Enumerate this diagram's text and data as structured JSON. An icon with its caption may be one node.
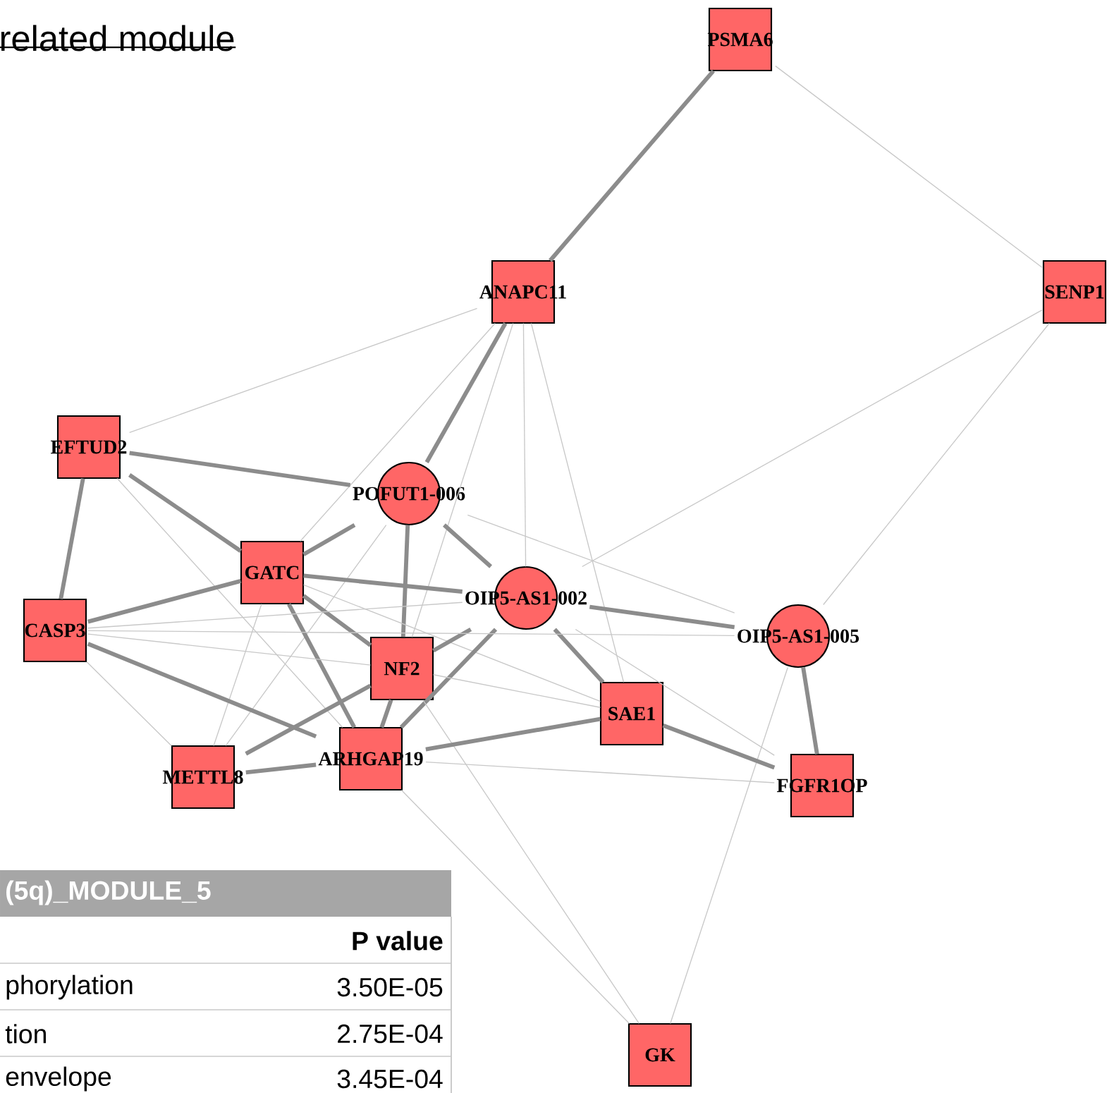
{
  "diagram": {
    "title": "related module",
    "nodes": [
      {
        "text": [
          "PSMA6"
        ]
      },
      {
        "text": [
          "ANAPC11"
        ]
      },
      {
        "text": [
          "SENP1"
        ]
      },
      {
        "text": [
          "EFTUD2"
        ]
      },
      {
        "text": [
          "POFUT1-006"
        ]
      },
      {
        "text": [
          "GATC"
        ]
      },
      {
        "text": [
          "OIP5-AS1-002"
        ]
      },
      {
        "text": [
          "CASP3"
        ]
      },
      {
        "text": [
          "NF2"
        ]
      },
      {
        "text": [
          "OIP5-AS1-005"
        ]
      },
      {
        "text": [
          "SAE1"
        ]
      },
      {
        "text": [
          "ARHGAP19"
        ]
      },
      {
        "text": [
          "METTL8"
        ]
      },
      {
        "text": [
          "FGFR1OP"
        ]
      },
      {
        "text": [
          "GK"
        ]
      }
    ],
    "edges": [
      {
        "from": 0,
        "to": 1,
        "arrow": "none",
        "style": "thick"
      },
      {
        "from": 0,
        "to": 2,
        "arrow": "none"
      },
      {
        "from": 1,
        "to": 3,
        "arrow": "none"
      },
      {
        "from": 1,
        "to": 4,
        "arrow": "none",
        "style": "thick"
      },
      {
        "from": 1,
        "to": 5,
        "arrow": "none"
      },
      {
        "from": 1,
        "to": 6,
        "arrow": "none"
      },
      {
        "from": 1,
        "to": 8,
        "arrow": "none"
      },
      {
        "from": 1,
        "to": 10,
        "arrow": "none"
      },
      {
        "from": 2,
        "to": 6,
        "arrow": "none"
      },
      {
        "from": 2,
        "to": 9,
        "arrow": "none"
      },
      {
        "from": 3,
        "to": 4,
        "arrow": "none",
        "style": "thick"
      },
      {
        "from": 3,
        "to": 5,
        "arrow": "none",
        "style": "thick"
      },
      {
        "from": 3,
        "to": 7,
        "arrow": "none",
        "style": "thick"
      },
      {
        "from": 3,
        "to": 11,
        "arrow": "none"
      },
      {
        "from": 4,
        "to": 5,
        "arrow": "none",
        "style": "thick"
      },
      {
        "from": 4,
        "to": 6,
        "arrow": "none",
        "style": "thick"
      },
      {
        "from": 4,
        "to": 8,
        "arrow": "none",
        "style": "thick"
      },
      {
        "from": 4,
        "to": 9,
        "arrow": "none"
      },
      {
        "from": 4,
        "to": 12,
        "arrow": "none"
      },
      {
        "from": 5,
        "to": 6,
        "arrow": "none",
        "style": "thick"
      },
      {
        "from": 5,
        "to": 7,
        "arrow": "none",
        "style": "thick"
      },
      {
        "from": 5,
        "to": 8,
        "arrow": "none",
        "style": "thick"
      },
      {
        "from": 5,
        "to": 10,
        "arrow": "none"
      },
      {
        "from": 5,
        "to": 11,
        "arrow": "none",
        "style": "thick"
      },
      {
        "from": 5,
        "to": 12,
        "arrow": "none"
      },
      {
        "from": 6,
        "to": 7,
        "arrow": "none"
      },
      {
        "from": 6,
        "to": 8,
        "arrow": "none",
        "style": "thick"
      },
      {
        "from": 6,
        "to": 9,
        "arrow": "none",
        "style": "thick"
      },
      {
        "from": 6,
        "to": 10,
        "arrow": "none",
        "style": "thick"
      },
      {
        "from": 6,
        "to": 11,
        "arrow": "none",
        "style": "thick"
      },
      {
        "from": 6,
        "to": 13,
        "arrow": "none"
      },
      {
        "from": 7,
        "to": 8,
        "arrow": "none"
      },
      {
        "from": 7,
        "to": 9,
        "arrow": "none"
      },
      {
        "from": 7,
        "to": 11,
        "arrow": "none",
        "style": "thick"
      },
      {
        "from": 7,
        "to": 12,
        "arrow": "none"
      },
      {
        "from": 8,
        "to": 10,
        "arrow": "none"
      },
      {
        "from": 8,
        "to": 11,
        "arrow": "none",
        "style": "thick"
      },
      {
        "from": 8,
        "to": 12,
        "arrow": "none",
        "style": "thick"
      },
      {
        "from": 8,
        "to": 14,
        "arrow": "none"
      },
      {
        "from": 9,
        "to": 13,
        "arrow": "none",
        "style": "thick"
      },
      {
        "from": 9,
        "to": 14,
        "arrow": "none"
      },
      {
        "from": 10,
        "to": 11,
        "arrow": "none",
        "style": "thick"
      },
      {
        "from": 10,
        "to": 13,
        "arrow": "none",
        "style": "thick"
      },
      {
        "from": 11,
        "to": 12,
        "arrow": "none",
        "style": "thick"
      },
      {
        "from": 11,
        "to": 13,
        "arrow": "none"
      },
      {
        "from": 11,
        "to": 14,
        "arrow": "none"
      }
    ],
    "labels": [
      "(5q)_MODULE_5",
      "P value",
      "phorylation",
      "3.50E-05",
      "tion",
      "2.75E-04",
      "envelope",
      "3.45E-04"
    ]
  }
}
